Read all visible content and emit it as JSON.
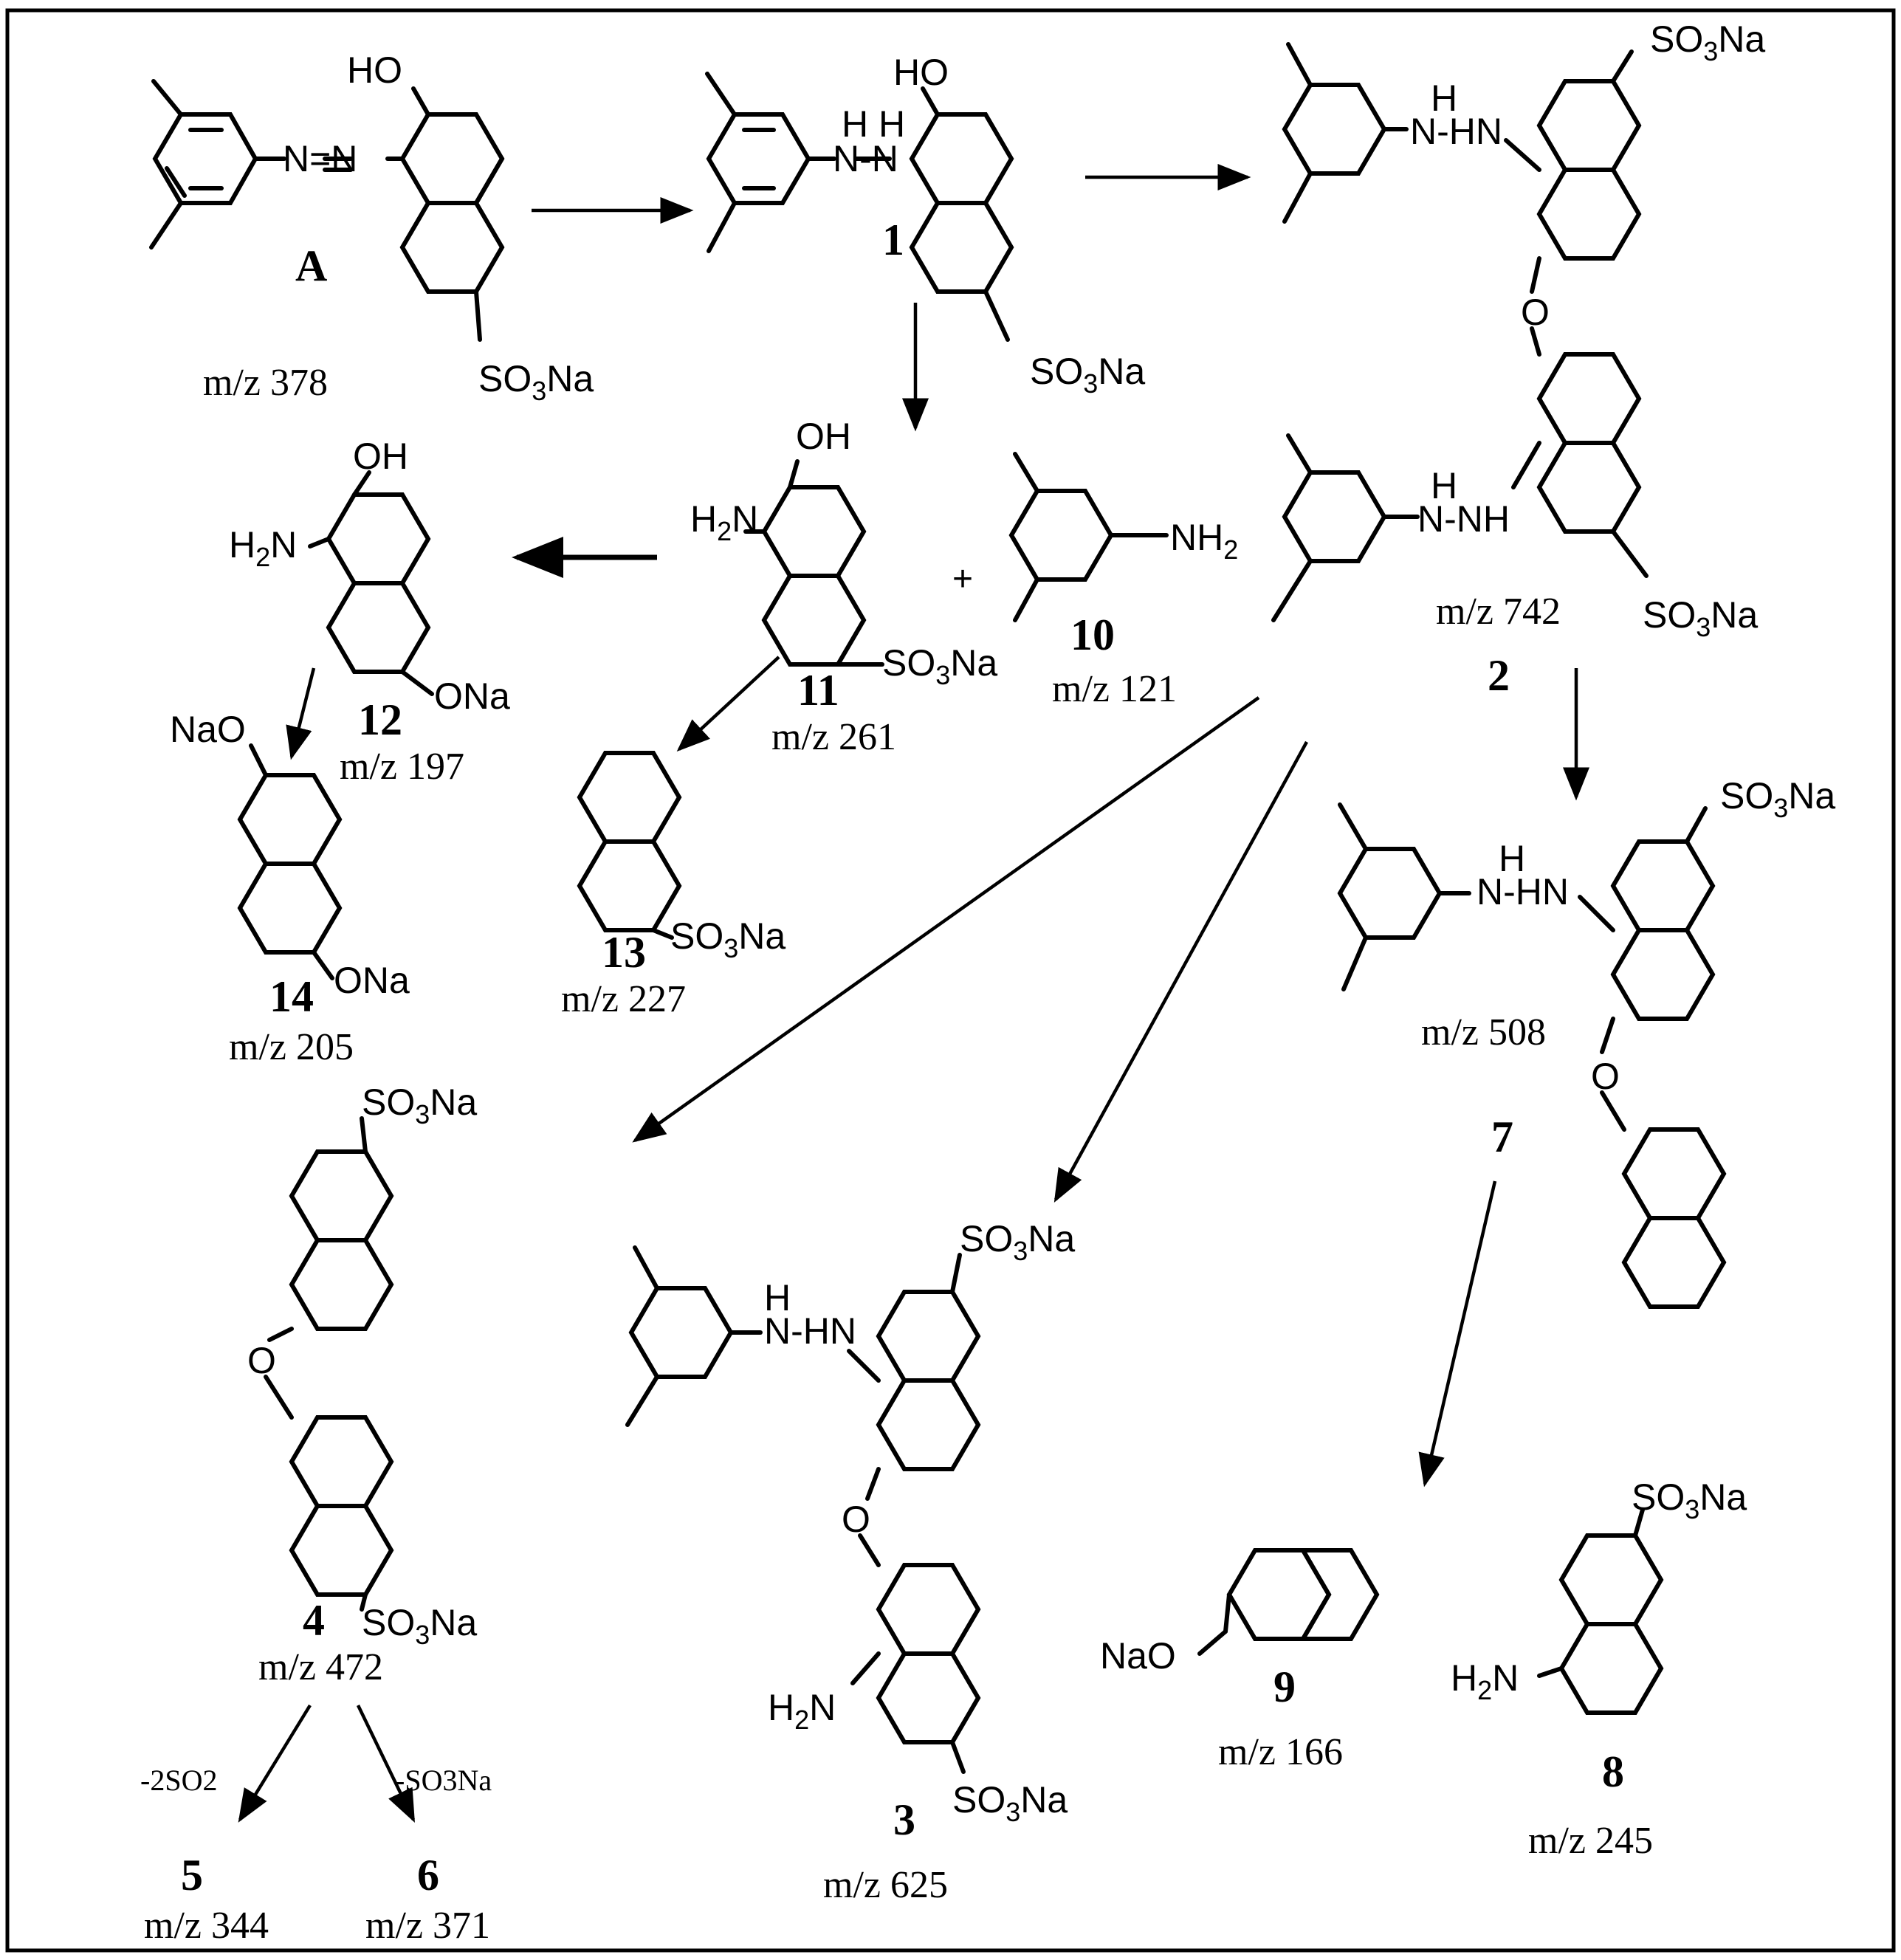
{
  "compounds": {
    "A": {
      "id": "A",
      "mz": "m/z 378"
    },
    "c1": {
      "id": "1"
    },
    "c2": {
      "id": "2",
      "mz": "m/z 742"
    },
    "c3": {
      "id": "3",
      "mz": "m/z 625"
    },
    "c4": {
      "id": "4",
      "mz": "m/z 472"
    },
    "c5": {
      "id": "5",
      "mz": "m/z 344"
    },
    "c6": {
      "id": "6",
      "mz": "m/z 371"
    },
    "c7": {
      "id": "7",
      "mz": "m/z 508"
    },
    "c8": {
      "id": "8",
      "mz": "m/z 245"
    },
    "c9": {
      "id": "9",
      "mz": "m/z 166"
    },
    "c10": {
      "id": "10",
      "mz": "m/z 121"
    },
    "c11": {
      "id": "11",
      "mz": "m/z 261"
    },
    "c12": {
      "id": "12",
      "mz": "m/z 197"
    },
    "c13": {
      "id": "13",
      "mz": "m/z 227"
    },
    "c14": {
      "id": "14",
      "mz": "m/z 205"
    }
  },
  "labels": {
    "OH": "OH",
    "HO": "HO",
    "NaO": "NaO",
    "ONa": "ONa",
    "O": "O",
    "H": "H",
    "NN": "N=N",
    "NN_hydrazo": "N-N",
    "NHN": "N-HN",
    "NNH": "N-NH",
    "SO3Na_pre": "SO",
    "SO3Na_sub": "3",
    "SO3Na_post": "Na",
    "H2N_pre": "H",
    "H2N_sub": "2",
    "H2N_post": "N",
    "NH2_pre": "NH",
    "NH2_sub": "2"
  },
  "plus_sign": "+",
  "losses": {
    "to5": "-2SO2",
    "to6": "-SO3Na"
  }
}
